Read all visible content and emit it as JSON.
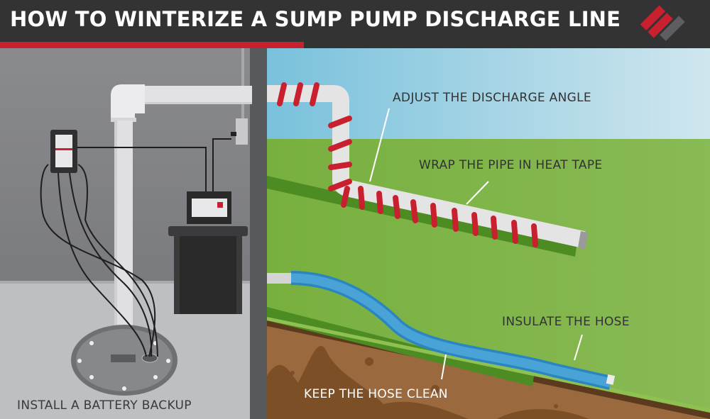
{
  "header": {
    "title": "HOW TO WINTERIZE A SUMP PUMP DISCHARGE LINE",
    "accent_color": "#c8202f",
    "background_color": "#333333",
    "logo": "brand-logo-icon"
  },
  "left_panel": {
    "label": "INSTALL A BATTERY BACKUP",
    "elements": [
      "discharge-pipe",
      "battery-backup-controller",
      "sump-pit-lid",
      "backup-power-unit",
      "wall-outlet"
    ]
  },
  "right_panel": {
    "labels": {
      "discharge_angle": "ADJUST THE DISCHARGE ANGLE",
      "heat_tape": "WRAP THE PIPE IN HEAT TAPE",
      "insulate_hose": "INSULATE THE HOSE",
      "keep_clean": "KEEP THE HOSE CLEAN"
    },
    "colors": {
      "sky": "#8ccbe0",
      "grass": "#7db344",
      "soil": "#9a6a3e",
      "hose": "#3d9bd1",
      "heat_tape": "#c8202f",
      "pipe": "#e4e4e4"
    }
  }
}
